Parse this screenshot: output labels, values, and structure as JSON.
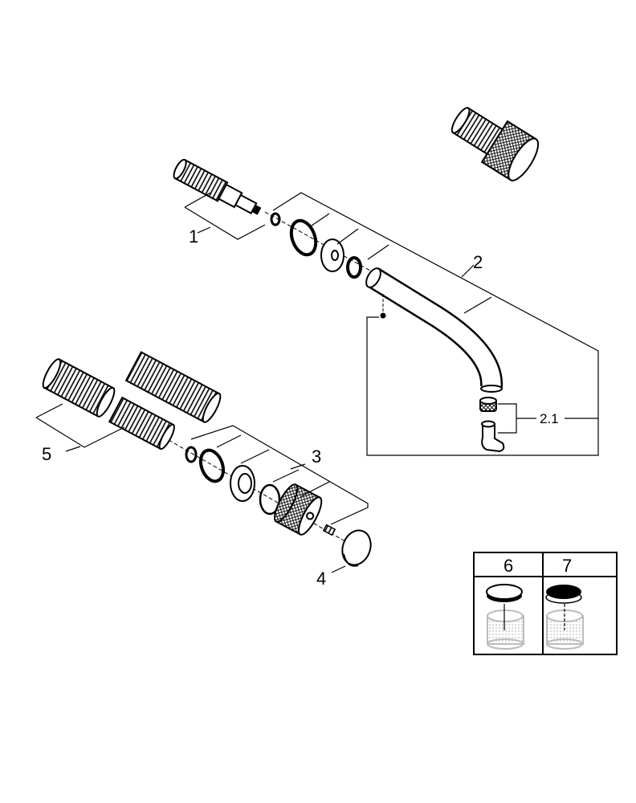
{
  "diagram": {
    "callouts": {
      "part_1": "1",
      "part_2": "2",
      "part_2_1": "2.1",
      "part_3": "3",
      "part_4": "4",
      "part_5": "5"
    },
    "legend": {
      "variant_a": "6",
      "variant_b": "7"
    }
  }
}
